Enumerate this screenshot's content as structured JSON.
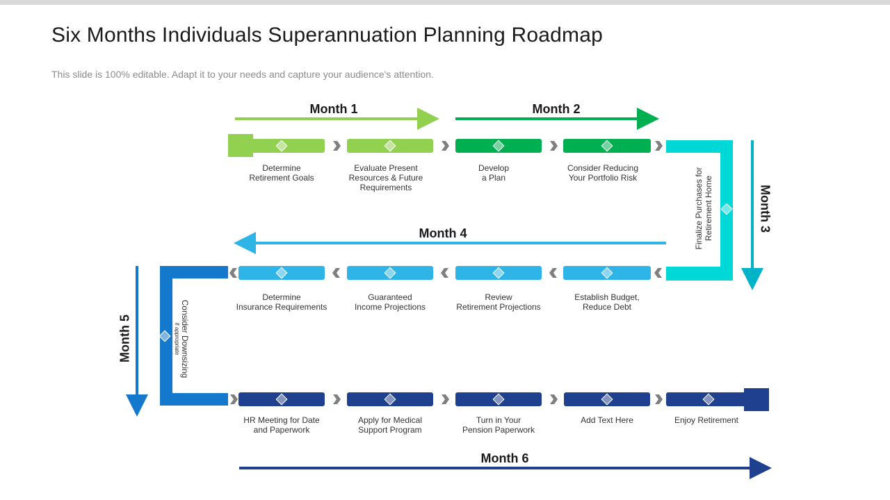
{
  "title": "Six Months Individuals Superannuation Planning Roadmap",
  "subtitle": "This slide is 100% editable. Adapt it to your needs and capture your audience's attention.",
  "colors": {
    "month1": "#92d050",
    "month2": "#00b050",
    "month3": "#00d8d8",
    "month4": "#2eb4e6",
    "month5": "#1478cc",
    "month6": "#1f3f8f",
    "chevron": "#7f7f7f"
  },
  "months": {
    "m1": "Month 1",
    "m2": "Month 2",
    "m3": "Month 3",
    "m4": "Month 4",
    "m5": "Month 5",
    "m6": "Month 6"
  },
  "row1": [
    {
      "label": "Determine\nRetirement Goals"
    },
    {
      "label": "Evaluate Present\nResources & Future\nRequirements"
    },
    {
      "label": "Develop\na Plan"
    },
    {
      "label": "Consider Reducing\nYour Portfolio Risk"
    }
  ],
  "month3_step": "Finalize Purchases for\nRetirement Home",
  "row2": [
    {
      "label": "Determine\nInsurance Requirements"
    },
    {
      "label": "Guaranteed\nIncome Projections"
    },
    {
      "label": "Review\nRetirement Projections"
    },
    {
      "label": "Establish Budget,\nReduce Debt"
    }
  ],
  "month5_step": {
    "main": "Consider Downsizing",
    "note": "if appropriate"
  },
  "row3": [
    {
      "label": "HR Meeting for Date\nand Paperwork"
    },
    {
      "label": "Apply for Medical\nSupport Program"
    },
    {
      "label": "Turn in Your\nPension Paperwork"
    },
    {
      "label": "Add Text Here"
    },
    {
      "label": "Enjoy Retirement"
    }
  ]
}
